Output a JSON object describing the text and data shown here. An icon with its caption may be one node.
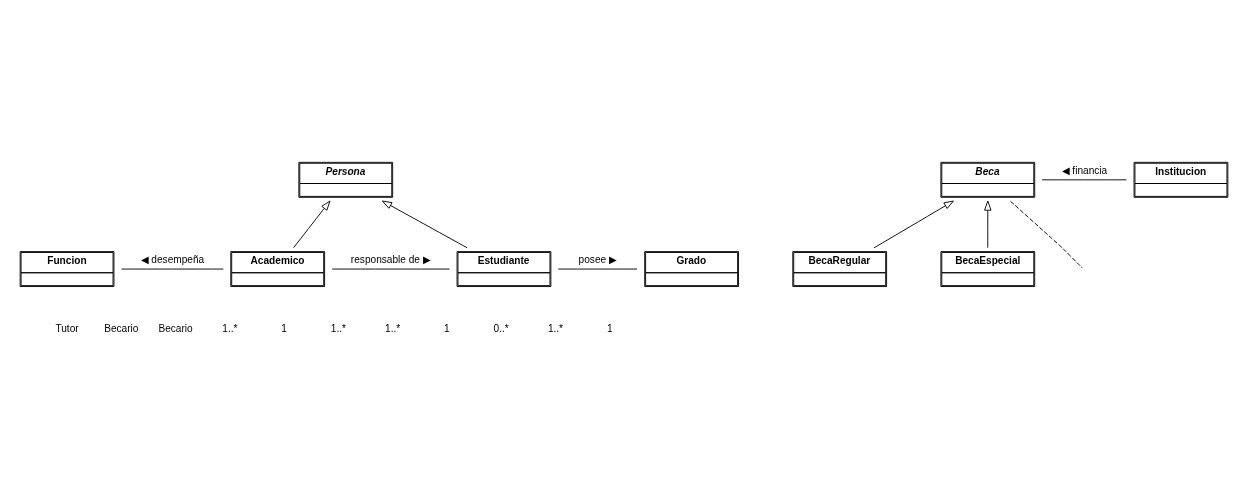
{
  "diagram": {
    "nodes": [
      {
        "text": [
          "Persona"
        ]
      },
      {
        "text": [
          "Funcion"
        ]
      },
      {
        "text": [
          "Academico"
        ]
      },
      {
        "text": [
          "Estudiante"
        ]
      },
      {
        "text": [
          "Grado"
        ]
      },
      {
        "text": [
          "Beca"
        ]
      },
      {
        "text": [
          "Institucion"
        ]
      },
      {
        "text": [
          "BecaRegular"
        ]
      },
      {
        "text": [
          "BecaEspecial"
        ]
      }
    ],
    "edges": [
      {
        "from": 2,
        "to": 0,
        "arrow": "to"
      },
      {
        "from": 3,
        "to": 0,
        "arrow": "to"
      },
      {
        "from": 1,
        "to": 2,
        "arrow": "none",
        "label": "◀ desempeña"
      },
      {
        "from": 2,
        "to": 3,
        "arrow": "none",
        "label": "responsable de ▶"
      },
      {
        "from": 3,
        "to": 4,
        "arrow": "none",
        "label": "posee ▶"
      },
      {
        "from": 5,
        "to": null,
        "arrow": "none",
        "style": "dashed"
      },
      {
        "from": 5,
        "to": 6,
        "arrow": "none",
        "label": "◀ financia"
      },
      {
        "from": 7,
        "to": 5,
        "arrow": "to"
      },
      {
        "from": 8,
        "to": 5,
        "arrow": "to"
      }
    ],
    "labels": [
      "Tutor",
      "Becario",
      "Becario",
      "1..*",
      "1",
      "1..*",
      "1..*",
      "1",
      "0..*",
      "1..*",
      "1"
    ]
  }
}
